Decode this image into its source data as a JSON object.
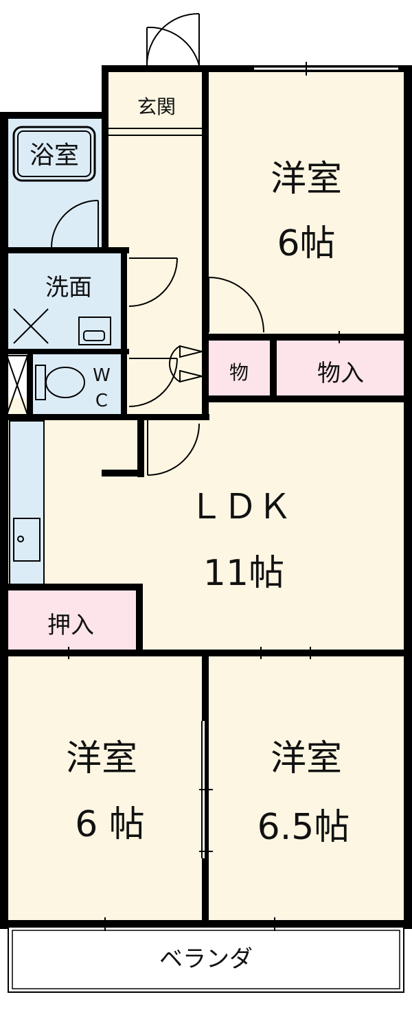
{
  "rooms": {
    "genkan": "玄関",
    "bath": "浴室",
    "senmen": "洗面",
    "wc_w": "W",
    "wc_c": "C",
    "yoshitsu_ne": {
      "name": "洋室",
      "size": "6帖"
    },
    "mono_small": "物",
    "mono_large": "物入",
    "ldk": {
      "name": "ＬＤＫ",
      "size": "11帖"
    },
    "oshiire": "押入",
    "yoshitsu_sw": {
      "name": "洋室",
      "size": "6 帖"
    },
    "yoshitsu_se": {
      "name": "洋室",
      "size": "6.5帖"
    },
    "veranda": "ベランダ"
  },
  "colors": {
    "wall": "#000000",
    "room_fill": "#fcf6e2",
    "wet_area_fill": "#dcecf7",
    "storage_fill": "#fde4ea",
    "veranda_fill": "#ffffff"
  }
}
